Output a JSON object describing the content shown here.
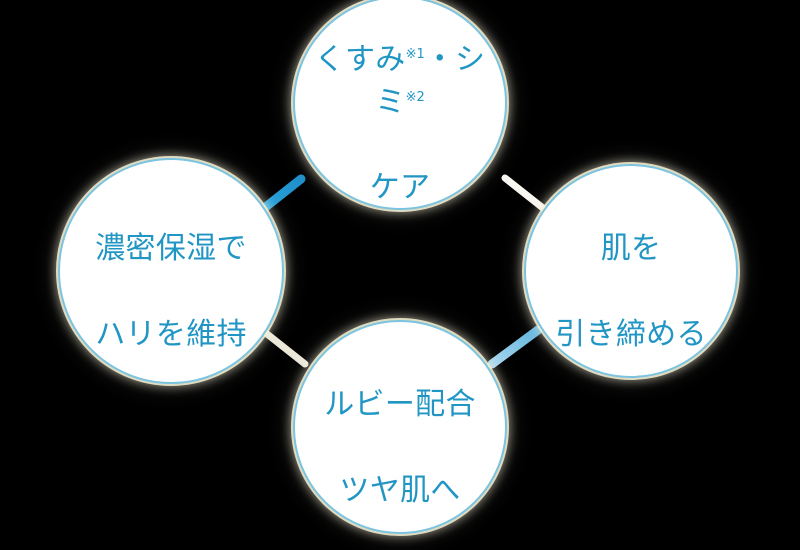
{
  "diagram": {
    "background_color": "#000000",
    "bubble_fill": "#ffffff",
    "bubble_border_color": "#7cc3df",
    "bubble_glow_color": "#f6f1d4",
    "text_color": "#2196c4",
    "connector_accent_color": "#2196d8",
    "connector_muted_color": "#e9e6d7",
    "bubbles": [
      {
        "id": "top",
        "name": "kusumi-shimi-care",
        "line1_pre": "くすみ",
        "line1_sup1": "※1",
        "line1_mid": "・シミ",
        "line1_sup2": "※2",
        "line2": "ケア",
        "full_text": "くすみ※1・シミ※2 ケア"
      },
      {
        "id": "left",
        "name": "noumitsu-hoshitsu",
        "line1": "濃密保湿で",
        "line2": "ハリを維持",
        "full_text": "濃密保湿でハリを維持"
      },
      {
        "id": "right",
        "name": "hada-hikishimeru",
        "line1": "肌を",
        "line2": "引き締める",
        "full_text": "肌を引き締める"
      },
      {
        "id": "bottom",
        "name": "ruby-haigou",
        "line1": "ルビー配合",
        "line2": "ツヤ肌へ",
        "full_text": "ルビー配合ツヤ肌へ"
      }
    ],
    "connectors": [
      {
        "id": "top-left",
        "style": "accent"
      },
      {
        "id": "top-right",
        "style": "muted"
      },
      {
        "id": "left-bottom",
        "style": "muted"
      },
      {
        "id": "bottom-right",
        "style": "accent"
      }
    ]
  }
}
